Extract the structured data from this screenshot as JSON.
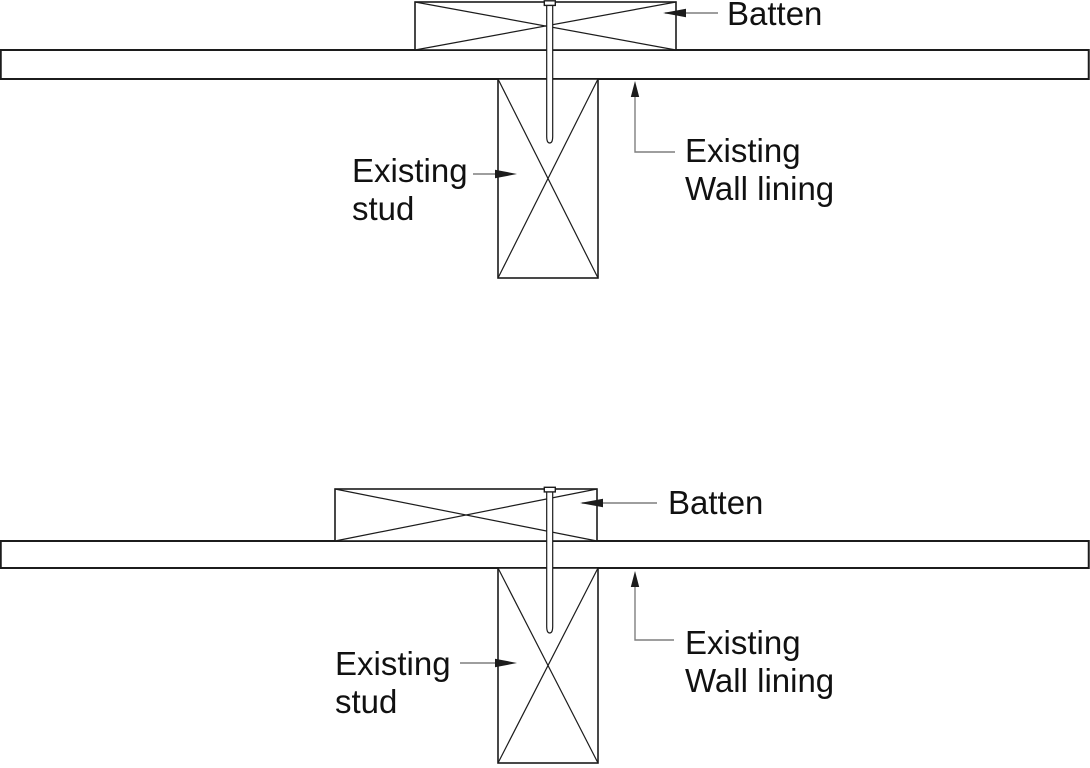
{
  "page": {
    "background": "#ffffff"
  },
  "colors": {
    "line": "#1c1c1c",
    "leader": "#7f7f7f",
    "text": "#111111",
    "fill": "#ffffff"
  },
  "diagrams": [
    {
      "name": "top-detail",
      "labels": {
        "batten": "Batten",
        "stud_line1": "Existing",
        "stud_line2": "stud",
        "wall_lining_line1": "Existing",
        "wall_lining_line2": "Wall lining"
      }
    },
    {
      "name": "bottom-detail",
      "labels": {
        "batten": "Batten",
        "stud_line1": "Existing",
        "stud_line2": "stud",
        "wall_lining_line1": "Existing",
        "wall_lining_line2": "Wall lining"
      }
    }
  ]
}
